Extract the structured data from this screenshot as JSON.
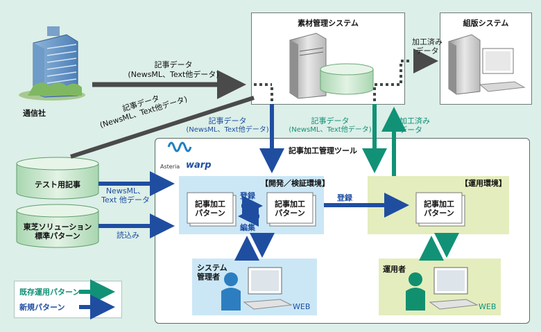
{
  "nodes": {
    "tsushinsha": "通信社",
    "sozai": "素材管理システム",
    "kumihan": "組版システム",
    "tool": "記事加工管理ツール",
    "logo_text": "Asteria",
    "logo_warp": "warp",
    "test_kiji": "テスト用記事",
    "toshiba_line1": "東芝ソリューション",
    "toshiba_line2": "標準パターン",
    "kaihatsu": "【開発／検証環境】",
    "unyo": "【運用環境】",
    "pattern_line1": "記事加工",
    "pattern_line2": "パターン",
    "sys_admin_line1": "システム",
    "sys_admin_line2": "管理者",
    "operator": "運用者",
    "web": "WEB"
  },
  "edges": {
    "kiji_data": "記事データ",
    "kiji_data_sub": "(NewsML、Text他データ)",
    "kiji_data_sub_diag": "(NewsML、Text他データ)",
    "kako_zumi_line1": "加工済み",
    "kako_zumi_line2": "データ",
    "newsml_line1": "NewsML、",
    "newsml_line2": "Text 他データ",
    "yomikomi": "読込み",
    "toroku": "登録",
    "henshu": "編集"
  },
  "legend": {
    "existing": "既存運用パターン",
    "new": "新規パターン"
  },
  "colors": {
    "background": "#dcefe8",
    "blue_arrow": "#1f4ea1",
    "green_arrow": "#119277",
    "gray_arrow": "#4a4a4a",
    "blue_panel": "#cbe7f6",
    "lime_panel": "#e4edbd",
    "db_green": "#b9dfbe"
  }
}
